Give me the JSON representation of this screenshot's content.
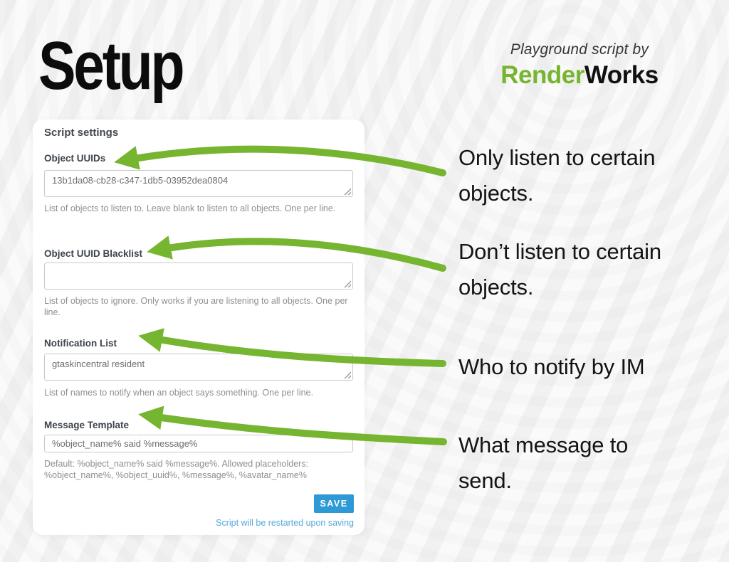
{
  "title": "Setup",
  "branding": {
    "tagline": "Playground script by",
    "brand_green": "Render",
    "brand_dark": "Works"
  },
  "panel": {
    "heading": "Script settings",
    "fields": [
      {
        "label": "Object UUIDs",
        "value": "13b1da08-cb28-c347-1db5-03952dea0804",
        "help": "List of objects to listen to. Leave blank to listen to all objects. One per line.",
        "type": "textarea"
      },
      {
        "label": "Object UUID Blacklist",
        "value": "",
        "help": "List of objects to ignore. Only works if you are listening to all objects. One per line.",
        "type": "textarea"
      },
      {
        "label": "Notification List",
        "value": "gtaskincentral resident",
        "help": "List of names to notify when an object says something. One per line.",
        "type": "textarea"
      },
      {
        "label": "Message Template",
        "value": "%object_name% said %message%",
        "help": "Default: %object_name% said %message%. Allowed placeholders: %object_name%, %object_uuid%, %message%, %avatar_name%",
        "type": "input"
      }
    ],
    "save_label": "SAVE",
    "save_note": "Script will be restarted upon saving"
  },
  "annotations": [
    {
      "lines": [
        "Only listen to certain",
        "objects."
      ],
      "points_to": "Object UUIDs"
    },
    {
      "lines": [
        "Don’t listen to certain",
        "objects."
      ],
      "points_to": "Object UUID Blacklist"
    },
    {
      "lines": [
        "Who to notify by IM"
      ],
      "points_to": "Notification List"
    },
    {
      "lines": [
        "What message to",
        "send."
      ],
      "points_to": "Message Template"
    }
  ],
  "colors": {
    "accent_green": "#76b52f",
    "save_blue": "#2d9ad6",
    "note_blue": "#55a8de"
  }
}
